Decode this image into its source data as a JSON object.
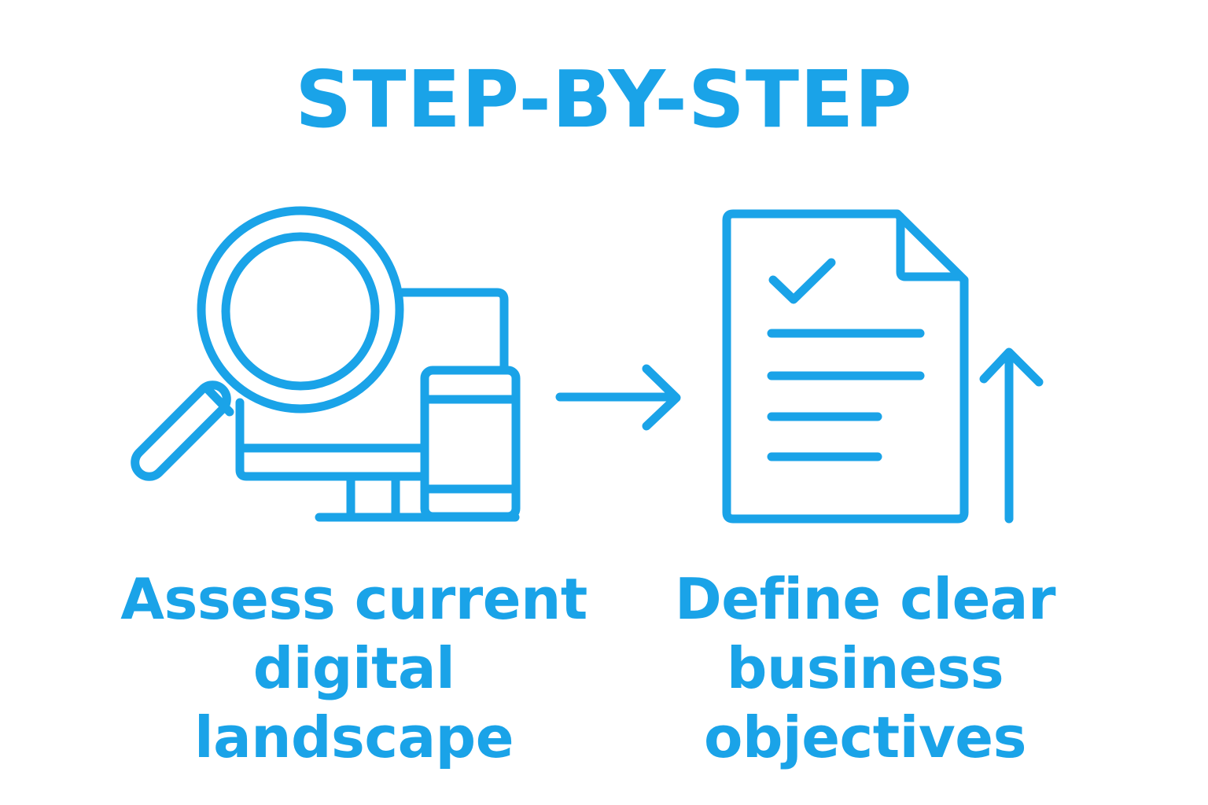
{
  "accent_color": "#1aa3e8",
  "title": "STEP-BY-STEP",
  "steps": [
    {
      "icon": "magnifier-devices-icon",
      "label_line1": "Assess current",
      "label_line2": "digital landscape"
    },
    {
      "icon": "checklist-document-icon",
      "label_line1": "Define clear",
      "label_line2": "business",
      "label_line3": "objectives"
    }
  ],
  "connector_icon": "arrow-right-icon",
  "growth_icon": "arrow-up-icon"
}
